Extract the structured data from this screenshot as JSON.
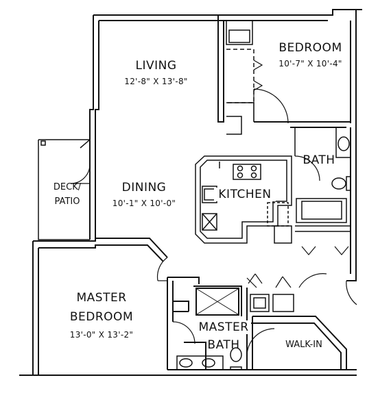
{
  "rooms": {
    "living": {
      "name": "LIVING",
      "dims": "12'-8\" X 13'-8\""
    },
    "bedroom": {
      "name": "BEDROOM",
      "dims": "10'-7\" X 10'-4\""
    },
    "bath": {
      "name": "BATH"
    },
    "kitchen": {
      "name": "KITCHEN"
    },
    "dining": {
      "name": "DINING",
      "dims": "10'-1\" X 10'-0\""
    },
    "deck": {
      "line1": "DECK/",
      "line2": "PATIO"
    },
    "master_bedroom": {
      "line1": "MASTER",
      "line2": "BEDROOM",
      "dims": "13'-0\" X 13'-2\""
    },
    "master_bath": {
      "line1": "MASTER",
      "line2": "BATH"
    },
    "walkin": {
      "name": "WALK-IN"
    }
  },
  "colors": {
    "line": "#111111",
    "background": "#ffffff"
  }
}
